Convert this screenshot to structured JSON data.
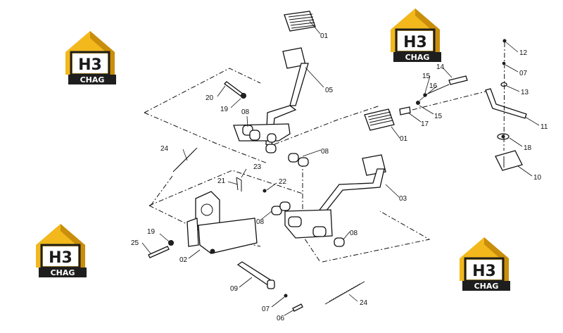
{
  "logo": {
    "mark": "H3",
    "word": "CHAG",
    "accent": "#f2b81c",
    "dark": "#1e1e1e"
  },
  "labels": {
    "p01a": "01",
    "p05": "05",
    "p20": "20",
    "p19a": "19",
    "p08a": "08",
    "p24a": "24",
    "p08b": "08",
    "p23": "23",
    "p21": "21",
    "p22": "22",
    "p08c": "08",
    "p19b": "19",
    "p25": "25",
    "p02": "02",
    "p09": "09",
    "p07a": "07",
    "p06": "06",
    "p24b": "24",
    "p01b": "01",
    "p03": "03",
    "p08d": "08",
    "p14": "14",
    "p15a": "15",
    "p16": "16",
    "p15b": "15",
    "p17": "17",
    "p12": "12",
    "p07b": "07",
    "p13": "13",
    "p11": "11",
    "p18": "18",
    "p10": "10"
  }
}
